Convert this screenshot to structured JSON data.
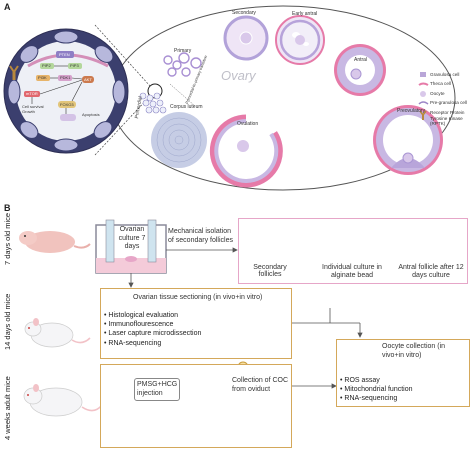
{
  "panel_a_letter": "A",
  "panel_b_letter": "B",
  "ovary": {
    "title": "Ovary",
    "stages": {
      "primary": "Primary",
      "secondary": "Secondary",
      "early_antral": "Early antral",
      "antral": "Antral",
      "preovulatory": "Preovulatory",
      "ovulation": "Ovulation",
      "corpus_luteum": "Corpus luteum",
      "primordial": "Primordial",
      "transition": "Primordial-to-primary transition"
    }
  },
  "cell_signaling": {
    "pten": "PTEN",
    "pip2": "PIP2",
    "pip3": "PIP3",
    "pi3k": "PI3K",
    "pdk1": "PDK1",
    "akt": "AKT",
    "mtor": "mTOR",
    "foxo3": "FOXO3",
    "cell_survival": "Cell survival Growth",
    "apoptosis": "Apoptosis"
  },
  "legend": [
    {
      "label": "Granulosa cell",
      "color": "#b9a6d8"
    },
    {
      "label": "Theca cell",
      "color": "#e67aa8"
    },
    {
      "label": "Oocyte",
      "color": "#d9c8ea"
    },
    {
      "label": "Pre-granulosa cell",
      "color": "#9c86c7"
    },
    {
      "label": "Receptor Protein Tyrosine Kinase (RPTK)",
      "color": "#b8883c"
    }
  ],
  "rows": {
    "row1": "7 days old mice",
    "row2": "14 days old mice",
    "row3": "4 weeks adult mice"
  },
  "row1": {
    "culture_label": "Ovarian culture 7 days",
    "isolation_label": "Mechanical isolation of secondary follicles",
    "secondary_follicles": "Secondary follicles",
    "individual_culture": "Individual culture in alginate bead",
    "antral_after": "Antral follicle after 12 days culture"
  },
  "row2": {
    "sectioning": "Ovarian tissue sectioning (in vivo+in vitro)",
    "items": [
      "Histological evaluation",
      "Immunoflourescence",
      "Laser capture microdissection",
      "RNA-sequencing"
    ]
  },
  "row3": {
    "injection": "PMSG+HCG injection",
    "coc": "Collection of COC from oviduct"
  },
  "oocyte": {
    "title": "Oocyte collection (in vivo+in vitro)",
    "items": [
      "ROS assay",
      "Mitochondrial function",
      "RNA-sequencing"
    ]
  }
}
